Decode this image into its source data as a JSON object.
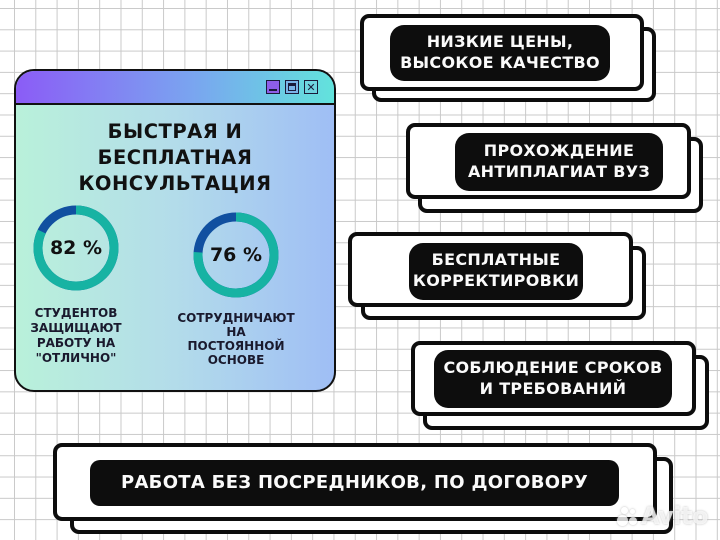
{
  "window": {
    "title_lines": [
      "БЫСТРАЯ И",
      "БЕСПЛАТНАЯ",
      "КОНСУЛЬТАЦИЯ"
    ],
    "controls": {
      "minimize_icon": "minimize-icon",
      "maximize_icon": "maximize-icon",
      "close_icon": "close-icon",
      "close_glyph": "✕"
    },
    "colors": {
      "titlebar_gradient": [
        "#8b5cf6",
        "#7aa4f0",
        "#62e3dc"
      ],
      "body_gradient": [
        "#b9f1da",
        "#b3dcea",
        "#9fbef5"
      ]
    },
    "stats": [
      {
        "value": "82 %",
        "percent": 82,
        "caption_lines": [
          "СТУДЕНТОВ",
          "ЗАЩИЩАЮТ",
          "РАБОТУ НА",
          "\"ОТЛИЧНО\""
        ]
      },
      {
        "value": "76 %",
        "percent": 76,
        "caption_lines": [
          "СОТРУДНИЧАЮТ",
          "НА",
          "ПОСТОЯННОЙ",
          "ОСНОВЕ"
        ]
      }
    ],
    "ring_colors": {
      "main": "#17b3a3",
      "rest": "#1150a0"
    }
  },
  "features": [
    {
      "lines": [
        "НИЗКИЕ ЦЕНЫ,",
        "ВЫСОКОЕ КАЧЕСТВО"
      ]
    },
    {
      "lines": [
        "ПРОХОЖДЕНИЕ",
        "АНТИПЛАГИАТ ВУЗ"
      ]
    },
    {
      "lines": [
        "БЕСПЛАТНЫЕ",
        "КОРРЕКТИРОВКИ"
      ]
    },
    {
      "lines": [
        "СОБЛЮДЕНИЕ СРОКОВ",
        "И ТРЕБОВАНИЙ"
      ]
    },
    {
      "lines": [
        "РАБОТА БЕЗ ПОСРЕДНИКОВ, ПО ДОГОВОРУ"
      ]
    }
  ],
  "watermark": {
    "text": "Avito"
  }
}
